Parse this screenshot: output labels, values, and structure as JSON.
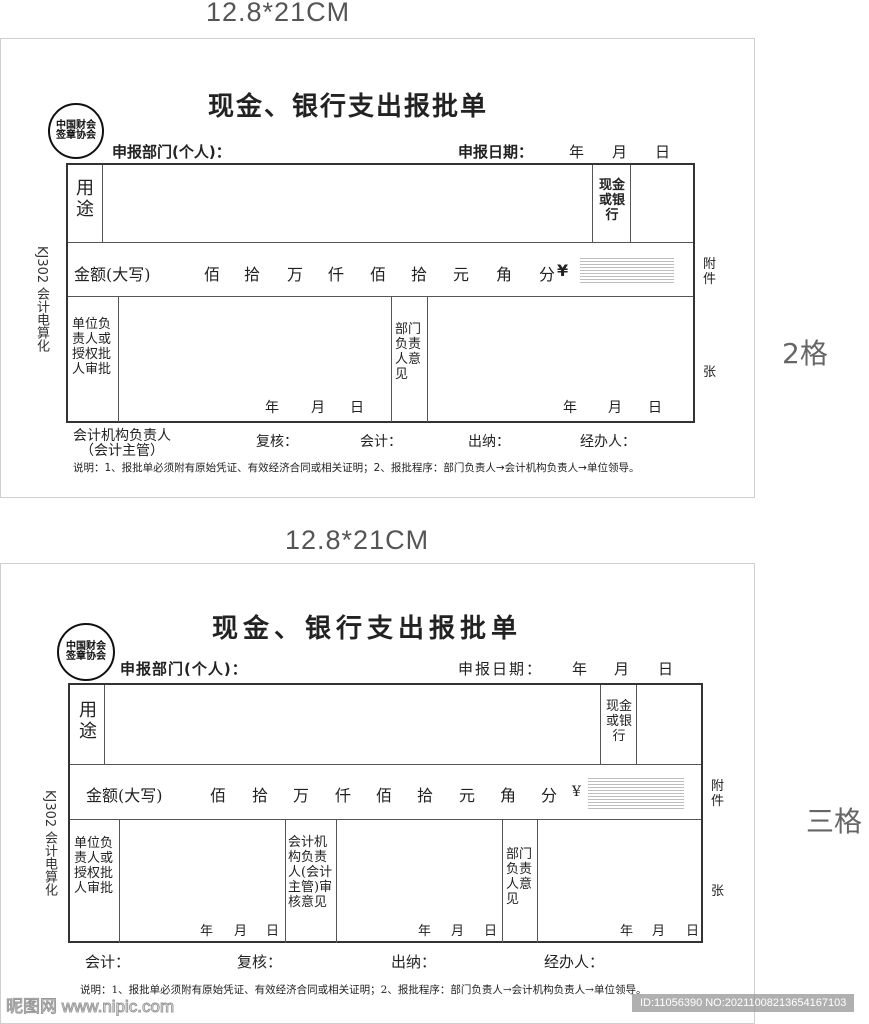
{
  "forms": [
    {
      "size_label": "12.8*21CM",
      "side_label": "2格",
      "title": "现金、银行支出报批单",
      "stamp_text": "中国财会签章协会",
      "dept_label": "申报部门(个人)：",
      "date_label": "申报日期：",
      "date_units": [
        "年",
        "月",
        "日"
      ],
      "purpose_label": "用途",
      "cash_bank_label": "现金或银行",
      "amount_label": "金额(大写)",
      "amount_units": [
        "佰",
        "拾",
        "万",
        "仟",
        "佰",
        "拾",
        "元",
        "角",
        "分"
      ],
      "currency_symbol": "¥",
      "attachment_label": "附件",
      "sheets_label": "张",
      "vertical_code": "KJ302  会计电算化",
      "approval_cells": [
        {
          "label": "单位负责人或授权批人审批",
          "date_units": [
            "年",
            "月",
            "日"
          ]
        },
        {
          "label": "部门负责人意见",
          "date_units": [
            "年",
            "月",
            "日"
          ]
        }
      ],
      "signatures": [
        "会计机构负责人（会计主管）",
        "复核：",
        "会计：",
        "出纳：",
        "经办人："
      ],
      "sig_head_line1": "会计机构负责人",
      "sig_head_line2": "（会计主管）",
      "note": "说明：1、报批单必须附有原始凭证、有效经济合同或相关证明；2、报批程序：部门负责人→会计机构负责人→单位领导。"
    },
    {
      "size_label": "12.8*21CM",
      "side_label": "三格",
      "title": "现金、银行支出报批单",
      "stamp_text": "中国财会签章协会",
      "dept_label": "申报部门(个人)：",
      "date_label": "申报日期：",
      "date_units": [
        "年",
        "月",
        "日"
      ],
      "purpose_label": "用途",
      "cash_bank_label": "现金或银行",
      "amount_label": "金额(大写)",
      "amount_units": [
        "佰",
        "拾",
        "万",
        "仟",
        "佰",
        "拾",
        "元",
        "角",
        "分"
      ],
      "currency_symbol": "¥",
      "attachment_label": "附件",
      "sheets_label": "张",
      "vertical_code": "KJ302  会计电算化",
      "approval_cells": [
        {
          "label": "单位负责人或授权批人审批",
          "date_units": [
            "年",
            "月",
            "日"
          ]
        },
        {
          "label": "会计机构负责人(会计主管)审核意见",
          "date_units": [
            "年",
            "月",
            "日"
          ]
        },
        {
          "label": "部门负责人意见",
          "date_units": [
            "年",
            "月",
            "日"
          ]
        }
      ],
      "signatures": [
        "会计：",
        "复核：",
        "出纳：",
        "经办人："
      ],
      "note": "说明：1、报批单必须附有原始凭证、有效经济合同或相关证明；2、报批程序：部门负责人→会计机构负责人→单位领导。"
    }
  ],
  "watermark": {
    "site_logo": "昵图网 www.nipic.com",
    "id_text": "ID:11056390 NO:20211008213654167103"
  }
}
